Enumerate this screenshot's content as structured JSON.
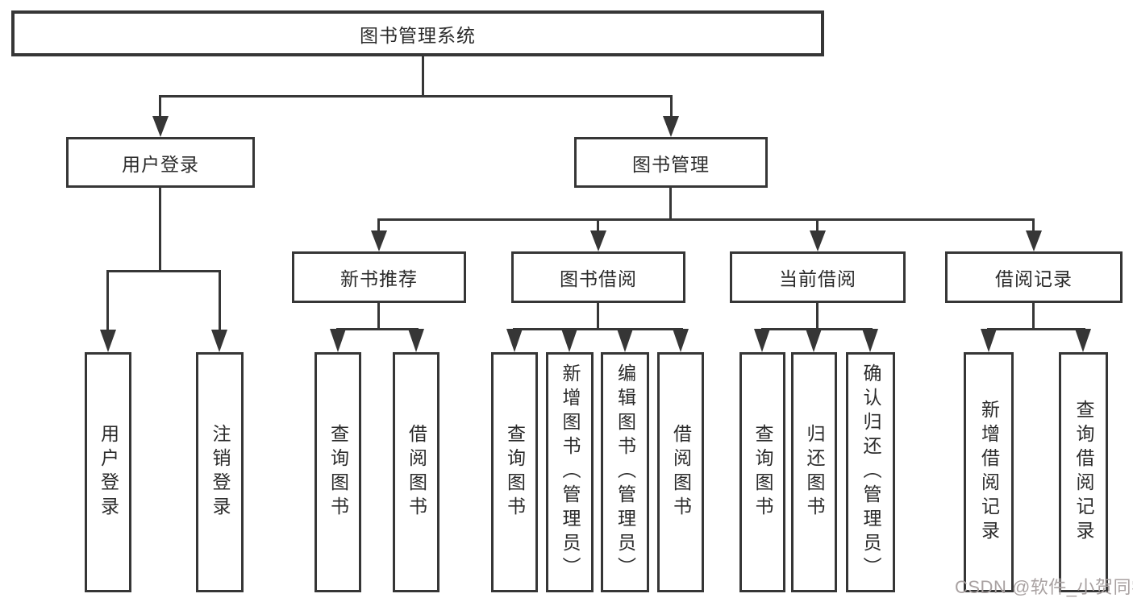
{
  "tree": {
    "label": "图书管理系统",
    "children": [
      {
        "label": "用户登录",
        "children": [
          {
            "label": "用户登录"
          },
          {
            "label": "注销登录"
          }
        ]
      },
      {
        "label": "图书管理",
        "children": [
          {
            "label": "新书推荐",
            "children": [
              {
                "label": "查询图书"
              },
              {
                "label": "借阅图书"
              }
            ]
          },
          {
            "label": "图书借阅",
            "children": [
              {
                "label": "查询图书"
              },
              {
                "label": "新增图书（管理员）"
              },
              {
                "label": "编辑图书（管理员）"
              },
              {
                "label": "借阅图书"
              }
            ]
          },
          {
            "label": "当前借阅",
            "children": [
              {
                "label": "查询图书"
              },
              {
                "label": "归还图书"
              },
              {
                "label": "确认归还（管理员）"
              }
            ]
          },
          {
            "label": "借阅记录",
            "children": [
              {
                "label": "新增借阅记录"
              },
              {
                "label": "查询借阅记录"
              }
            ]
          }
        ]
      }
    ]
  },
  "watermark": {
    "text": "CSDN @软件_小贺同学"
  },
  "colors": {
    "line": "#363636",
    "text": "#2b2b2b",
    "background": "#ffffff",
    "watermark": "#a9a2a2"
  }
}
